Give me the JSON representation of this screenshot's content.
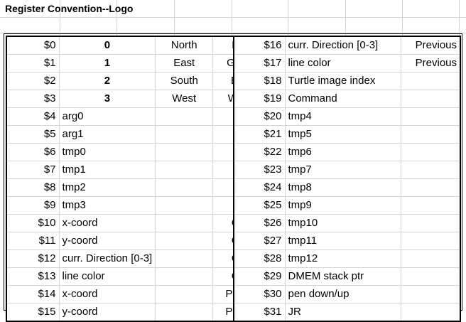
{
  "title": "Register Convention--Logo",
  "left_rows": [
    [
      "$0",
      "0",
      "North",
      "Red"
    ],
    [
      "$1",
      "1",
      "East",
      "Green"
    ],
    [
      "$2",
      "2",
      "South",
      "Blue"
    ],
    [
      "$3",
      "3",
      "West",
      "White"
    ],
    [
      "$4",
      "arg0",
      "",
      ""
    ],
    [
      "$5",
      "arg1",
      "",
      ""
    ],
    [
      "$6",
      "tmp0",
      "",
      ""
    ],
    [
      "$7",
      "tmp1",
      "",
      ""
    ],
    [
      "$8",
      "tmp2",
      "",
      ""
    ],
    [
      "$9",
      "tmp3",
      "",
      ""
    ],
    [
      "$10",
      "x-coord",
      "",
      "Current"
    ],
    [
      "$11",
      "y-coord",
      "",
      "Current"
    ],
    [
      "$12",
      "curr. Direction [0-3]",
      "",
      "Current"
    ],
    [
      "$13",
      "line color",
      "",
      "Current"
    ],
    [
      "$14",
      "x-coord",
      "",
      "Previous"
    ],
    [
      "$15",
      "y-coord",
      "",
      "Previous"
    ]
  ],
  "right_rows": [
    [
      "$16",
      "curr. Direction [0-3]",
      "Previous"
    ],
    [
      "$17",
      "line color",
      "Previous"
    ],
    [
      "$18",
      "Turtle image index",
      ""
    ],
    [
      "$19",
      "Command",
      ""
    ],
    [
      "$20",
      "tmp4",
      ""
    ],
    [
      "$21",
      "tmp5",
      ""
    ],
    [
      "$22",
      "tmp6",
      ""
    ],
    [
      "$23",
      "tmp7",
      ""
    ],
    [
      "$24",
      "tmp8",
      ""
    ],
    [
      "$25",
      "tmp9",
      ""
    ],
    [
      "$26",
      "tmp10",
      ""
    ],
    [
      "$27",
      "tmp11",
      ""
    ],
    [
      "$28",
      "tmp12",
      ""
    ],
    [
      "$29",
      "DMEM stack ptr",
      ""
    ],
    [
      "$30",
      "pen down/up",
      ""
    ],
    [
      "$31",
      "JR",
      ""
    ]
  ]
}
